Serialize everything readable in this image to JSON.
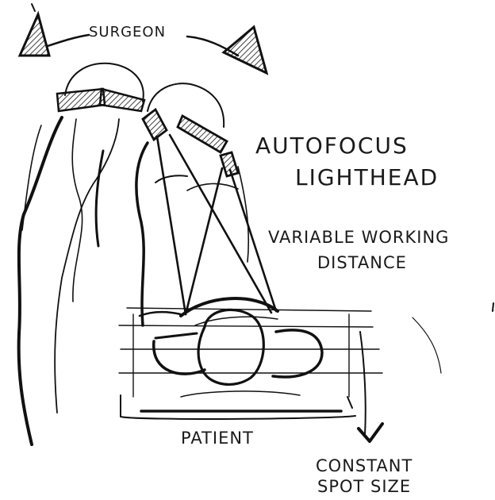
{
  "labels": {
    "surgeon": "SURGEON",
    "autofocus_line1": "AUTOFOCUS",
    "autofocus_line2": "LIGHTHEAD",
    "variable_line1": "VARIABLE WORKING",
    "variable_line2": "DISTANCE",
    "patient": "PATIENT",
    "constant_line1": "CONSTANT",
    "constant_line2": "SPOT SIZE"
  },
  "colors": {
    "ink": "#111111",
    "background": "#ffffff"
  }
}
